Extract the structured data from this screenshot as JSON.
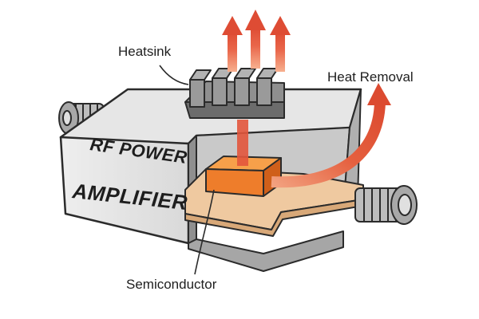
{
  "diagram": {
    "labels": {
      "heatsink": "Heatsink",
      "heat_removal": "Heat Removal",
      "semiconductor": "Semiconductor",
      "body_line1": "RF POWER",
      "body_line2": "AMPLIFIER"
    },
    "colors": {
      "outline": "#2b2b2b",
      "housing_light": "#e6e6e6",
      "housing_mid": "#cfcfcf",
      "housing_dark": "#9e9e9e",
      "heatsink": "#8f8f8f",
      "heatsink_dark": "#6c6c6c",
      "chip_top": "#f7a04a",
      "chip_front": "#ee7d2b",
      "chip_side": "#cf5f1a",
      "substrate": "#efc9a0",
      "substrate_edge": "#d8a878",
      "heat_arrow": "#e2553c",
      "heat_arrow_light": "#f59a7a"
    },
    "icons": [
      "connector-left-icon",
      "connector-right-icon",
      "heat-up-arrow-icon",
      "heat-removal-arrow-icon"
    ]
  }
}
